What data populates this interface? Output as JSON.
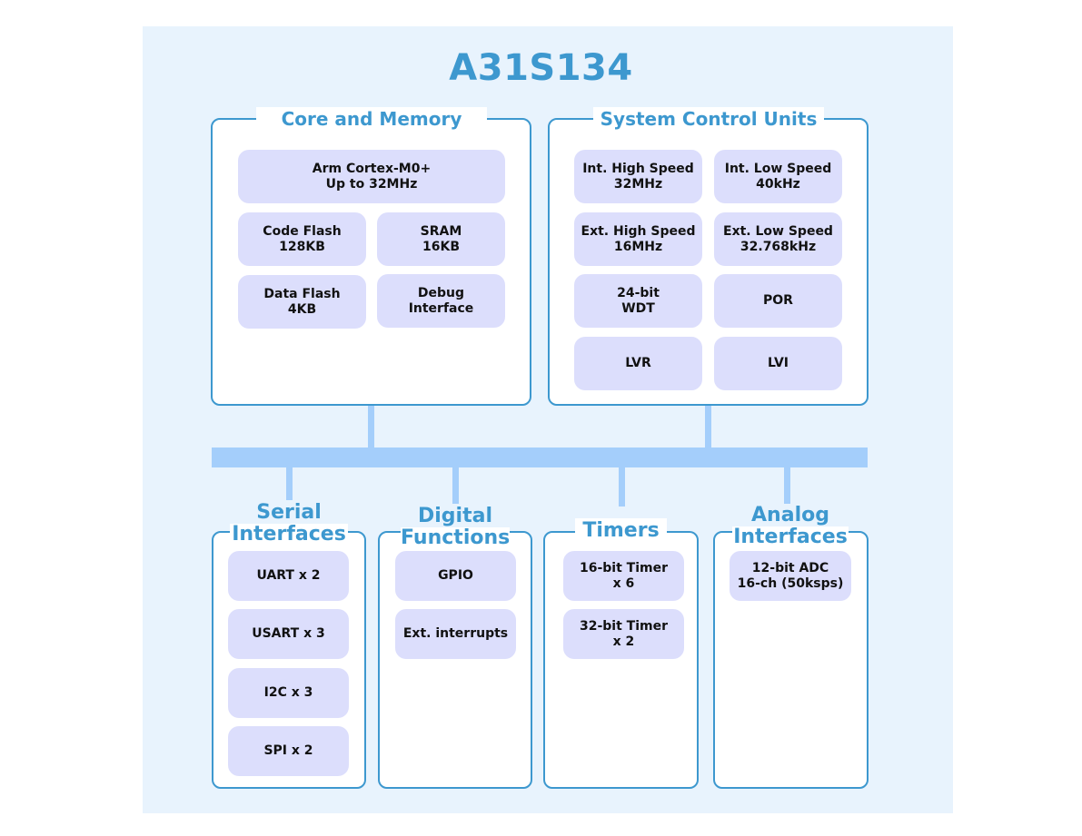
{
  "title": "A31S134",
  "core": {
    "title": "Core and Memory",
    "cpu": "Arm Cortex-M0+\nUp to 32MHz",
    "code_flash": "Code Flash\n128KB",
    "sram": "SRAM\n16KB",
    "data_flash": "Data Flash\n4KB",
    "debug": "Debug\nInterface"
  },
  "system": {
    "title": "System Control Units",
    "int_high": "Int. High Speed\n32MHz",
    "int_low": "Int. Low Speed\n40kHz",
    "ext_high": "Ext. High Speed\n16MHz",
    "ext_low": "Ext. Low Speed\n32.768kHz",
    "wdt": "24-bit\nWDT",
    "por": "POR",
    "lvr": "LVR",
    "lvi": "LVI"
  },
  "serial": {
    "title_line1": "Serial",
    "title_line2": "Interfaces",
    "items": [
      "UART x 2",
      "USART x 3",
      "I2C x 3",
      "SPI x 2"
    ]
  },
  "digital": {
    "title_line1": "Digital",
    "title_line2": "Functions",
    "items": [
      "GPIO",
      "Ext. interrupts"
    ]
  },
  "timers": {
    "title": "Timers",
    "items": [
      "16-bit Timer\nx 6",
      "32-bit Timer\nx 2"
    ]
  },
  "analog": {
    "title_line1": "Analog",
    "title_line2": "Interfaces",
    "items": [
      "12-bit ADC\n16-ch (50ksps)"
    ]
  },
  "colors": {
    "accent": "#3d98cf",
    "block_fill": "#dcdefc",
    "bus": "#a4cefb",
    "background": "#e8f3fd"
  }
}
